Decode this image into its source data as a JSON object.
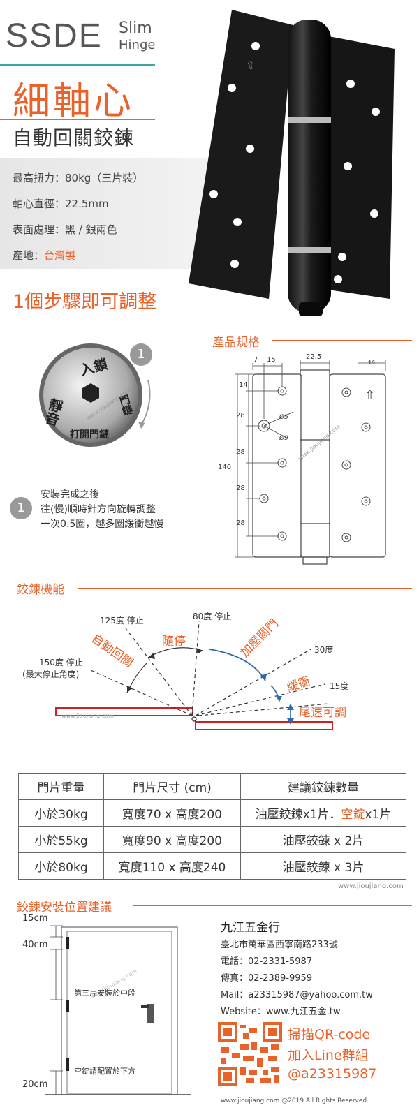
{
  "header": {
    "brand": "SSDE",
    "sub1": "Slim",
    "sub2": "Hinge",
    "title_main": "細軸心",
    "title_sub": "自動回關鉸鍊"
  },
  "specs": [
    {
      "label": "最高扭力：",
      "value": "80kg（三片裝）",
      "highlight": false
    },
    {
      "label": "軸心直徑：",
      "value": "22.5mm",
      "highlight": false
    },
    {
      "label": "表面處理：",
      "value": "黑 / 銀兩色",
      "highlight": false
    },
    {
      "label": "產地：",
      "value": "台灣製",
      "highlight": true
    }
  ],
  "adjust": {
    "heading": "1個步驟即可調整",
    "step_number": "1",
    "knob_labels": {
      "top": "入鎖",
      "left": "靜音",
      "right": "門鏈",
      "bottom": "打開門鏈"
    },
    "watermark": "www.jioujiang.com",
    "instructions": [
      "安裝完成之後",
      "往(慢)順時針方向旋轉調整",
      "一次0.5圈，越多圈緩衝越慢"
    ]
  },
  "product_spec": {
    "heading": "產品規格",
    "dims": {
      "w1": "7",
      "w2": "15",
      "w3": "22.5",
      "w4": "34",
      "h_total": "140",
      "h1": "14",
      "h2": "28",
      "h3": "28",
      "h4": "28",
      "h5": "28",
      "d1": "Ø5",
      "d2": "Ø9"
    },
    "watermark": "www.jioujiang.com"
  },
  "function": {
    "heading": "鉸鍊機能",
    "labels": {
      "stop125": "125度 停止",
      "stop80": "80度 停止",
      "stop150": "150度 停止",
      "stop150_note": "(最大停止角度)",
      "auto_return": "自動回關",
      "random_stop": "隨停",
      "press_close": "加壓關門",
      "deg30": "30度",
      "buffer": "緩衝",
      "deg15": "15度",
      "tail_speed": "尾速可調"
    },
    "watermark": "www.jioujiang.com"
  },
  "table": {
    "headers": [
      "門片重量",
      "門片尺寸 (cm)",
      "建議鉸鍊數量"
    ],
    "rows": [
      {
        "weight": "小於30kg",
        "size": "寬度70 x 高度200",
        "qty_a": "油壓鉸鍊x1片．",
        "qty_b": "空錠",
        "qty_c": "x1片"
      },
      {
        "weight": "小於55kg",
        "size": "寬度90 x 高度200",
        "qty_a": "油壓鉸鍊 x 2片",
        "qty_b": "",
        "qty_c": ""
      },
      {
        "weight": "小於80kg",
        "size": "寬度110 x 高度240",
        "qty_a": "油壓鉸鍊 x 3片",
        "qty_b": "",
        "qty_c": ""
      }
    ],
    "watermark": "www.jioujiang.com"
  },
  "install": {
    "heading": "鉸鍊安裝位置建議",
    "dim_top": "15cm",
    "dim_mid": "40cm",
    "dim_bottom": "20cm",
    "note_middle": "第三片安裝於中段",
    "note_bottom": "空錠請配置於下方",
    "watermark": "www.jioujiang.com"
  },
  "contact": {
    "company": "九江五金行",
    "address": "臺北市萬華區西寧南路233號",
    "phone": "電話：02-2331-5987",
    "fax": "傳真：02-2389-9959",
    "mail": "Mail：a23315987@yahoo.com.tw",
    "website": "Website：www.九江五金.tw",
    "qr_line1": "掃描QR-code",
    "qr_line2": "加入Line群組",
    "qr_line3": "@a23315987",
    "footer": "www.jioujiang.com @2019  All Rights Reserved"
  },
  "colors": {
    "accent": "#e8622a",
    "teal": "#3aa6a6",
    "red_outline": "#d02020",
    "blue_arrow": "#2a6ab0"
  }
}
